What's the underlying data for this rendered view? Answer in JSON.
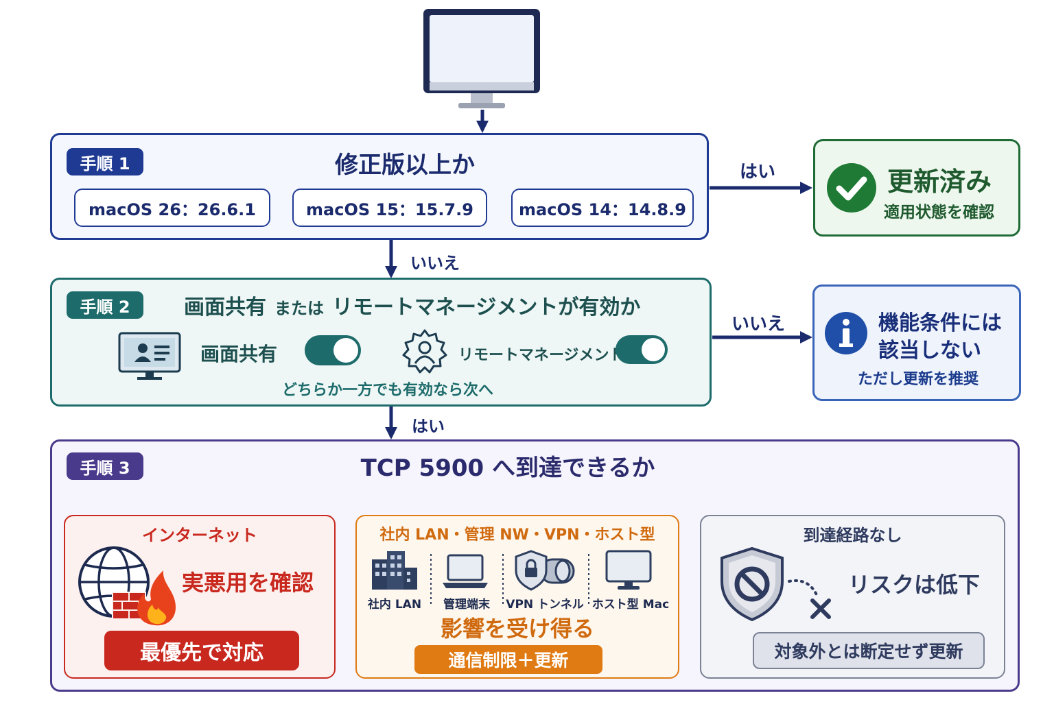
{
  "step1": {
    "tag": "手順 1",
    "title": "修正版以上か",
    "versions": [
      "macOS 26：26.6.1",
      "macOS 15：15.7.9",
      "macOS 14：14.8.9"
    ],
    "yes_label": "はい",
    "no_label": "いいえ"
  },
  "updated": {
    "title": "更新済み",
    "sub": "適用状態を確認"
  },
  "step2": {
    "tag": "手順 2",
    "title_a": "画面共有",
    "title_mid": "または",
    "title_b": "リモートマネージメントが有効か",
    "screen_label": "画面共有",
    "remote_label": "リモートマネージメント",
    "note": "どちらか一方でも有効なら次へ",
    "no_label": "いいえ",
    "yes_label": "はい"
  },
  "notapplicable": {
    "line1": "機能条件には",
    "line2": "該当しない",
    "sub": "ただし更新を推奨"
  },
  "step3": {
    "tag": "手順 3",
    "title": "TCP 5900 へ到達できるか"
  },
  "internet": {
    "title": "インターネット",
    "text": "実悪用を確認",
    "action": "最優先で対応"
  },
  "lan": {
    "title": "社内 LAN・管理 NW・VPN・ホスト型",
    "items": [
      "社内 LAN",
      "管理端末",
      "VPN トンネル",
      "ホスト型 Mac"
    ],
    "text": "影響を受け得る",
    "action": "通信制限＋更新"
  },
  "noroute": {
    "title": "到達経路なし",
    "text": "リスクは低下",
    "action": "対象外とは断定せず更新"
  },
  "colors": {
    "navy": "#1f3a93",
    "green": "#1e6b35",
    "teal": "#1d6b6b",
    "purple": "#4a3a8c",
    "red": "#c8281e",
    "orange": "#e07a12",
    "gray": "#7a8294"
  }
}
